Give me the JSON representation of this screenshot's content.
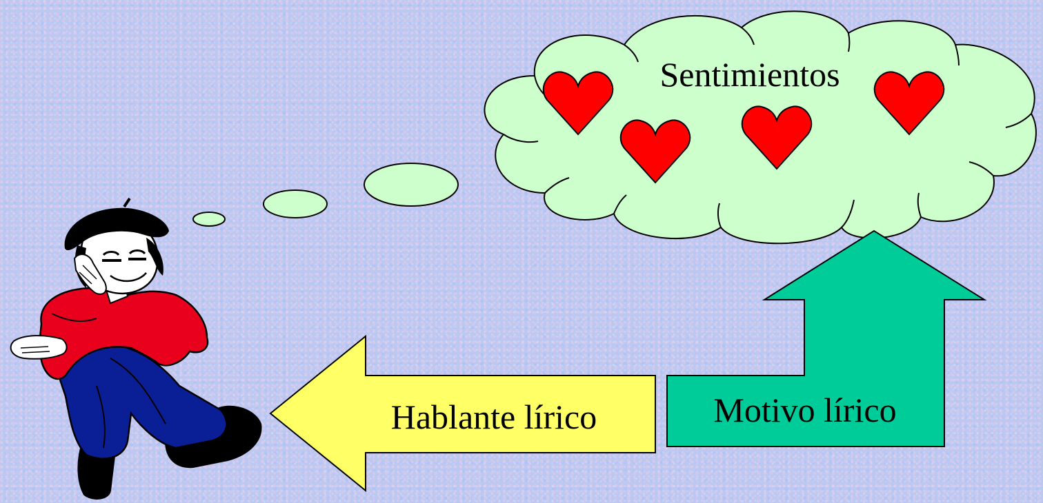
{
  "cloud": {
    "title": "Sentimientos",
    "fill_color": "#ccffcc",
    "heart_color": "#ff0000"
  },
  "arrows": {
    "speaker": {
      "label": "Hablante lírico",
      "fill_color": "#ffff66"
    },
    "motive": {
      "label": "Motivo lírico",
      "fill_color": "#00cc99"
    }
  },
  "figure": {
    "icon": "daydreaming-person-icon",
    "shirt_color": "#e8001c",
    "pants_color": "#0a1e96"
  },
  "background_color": "#bcc8f0"
}
